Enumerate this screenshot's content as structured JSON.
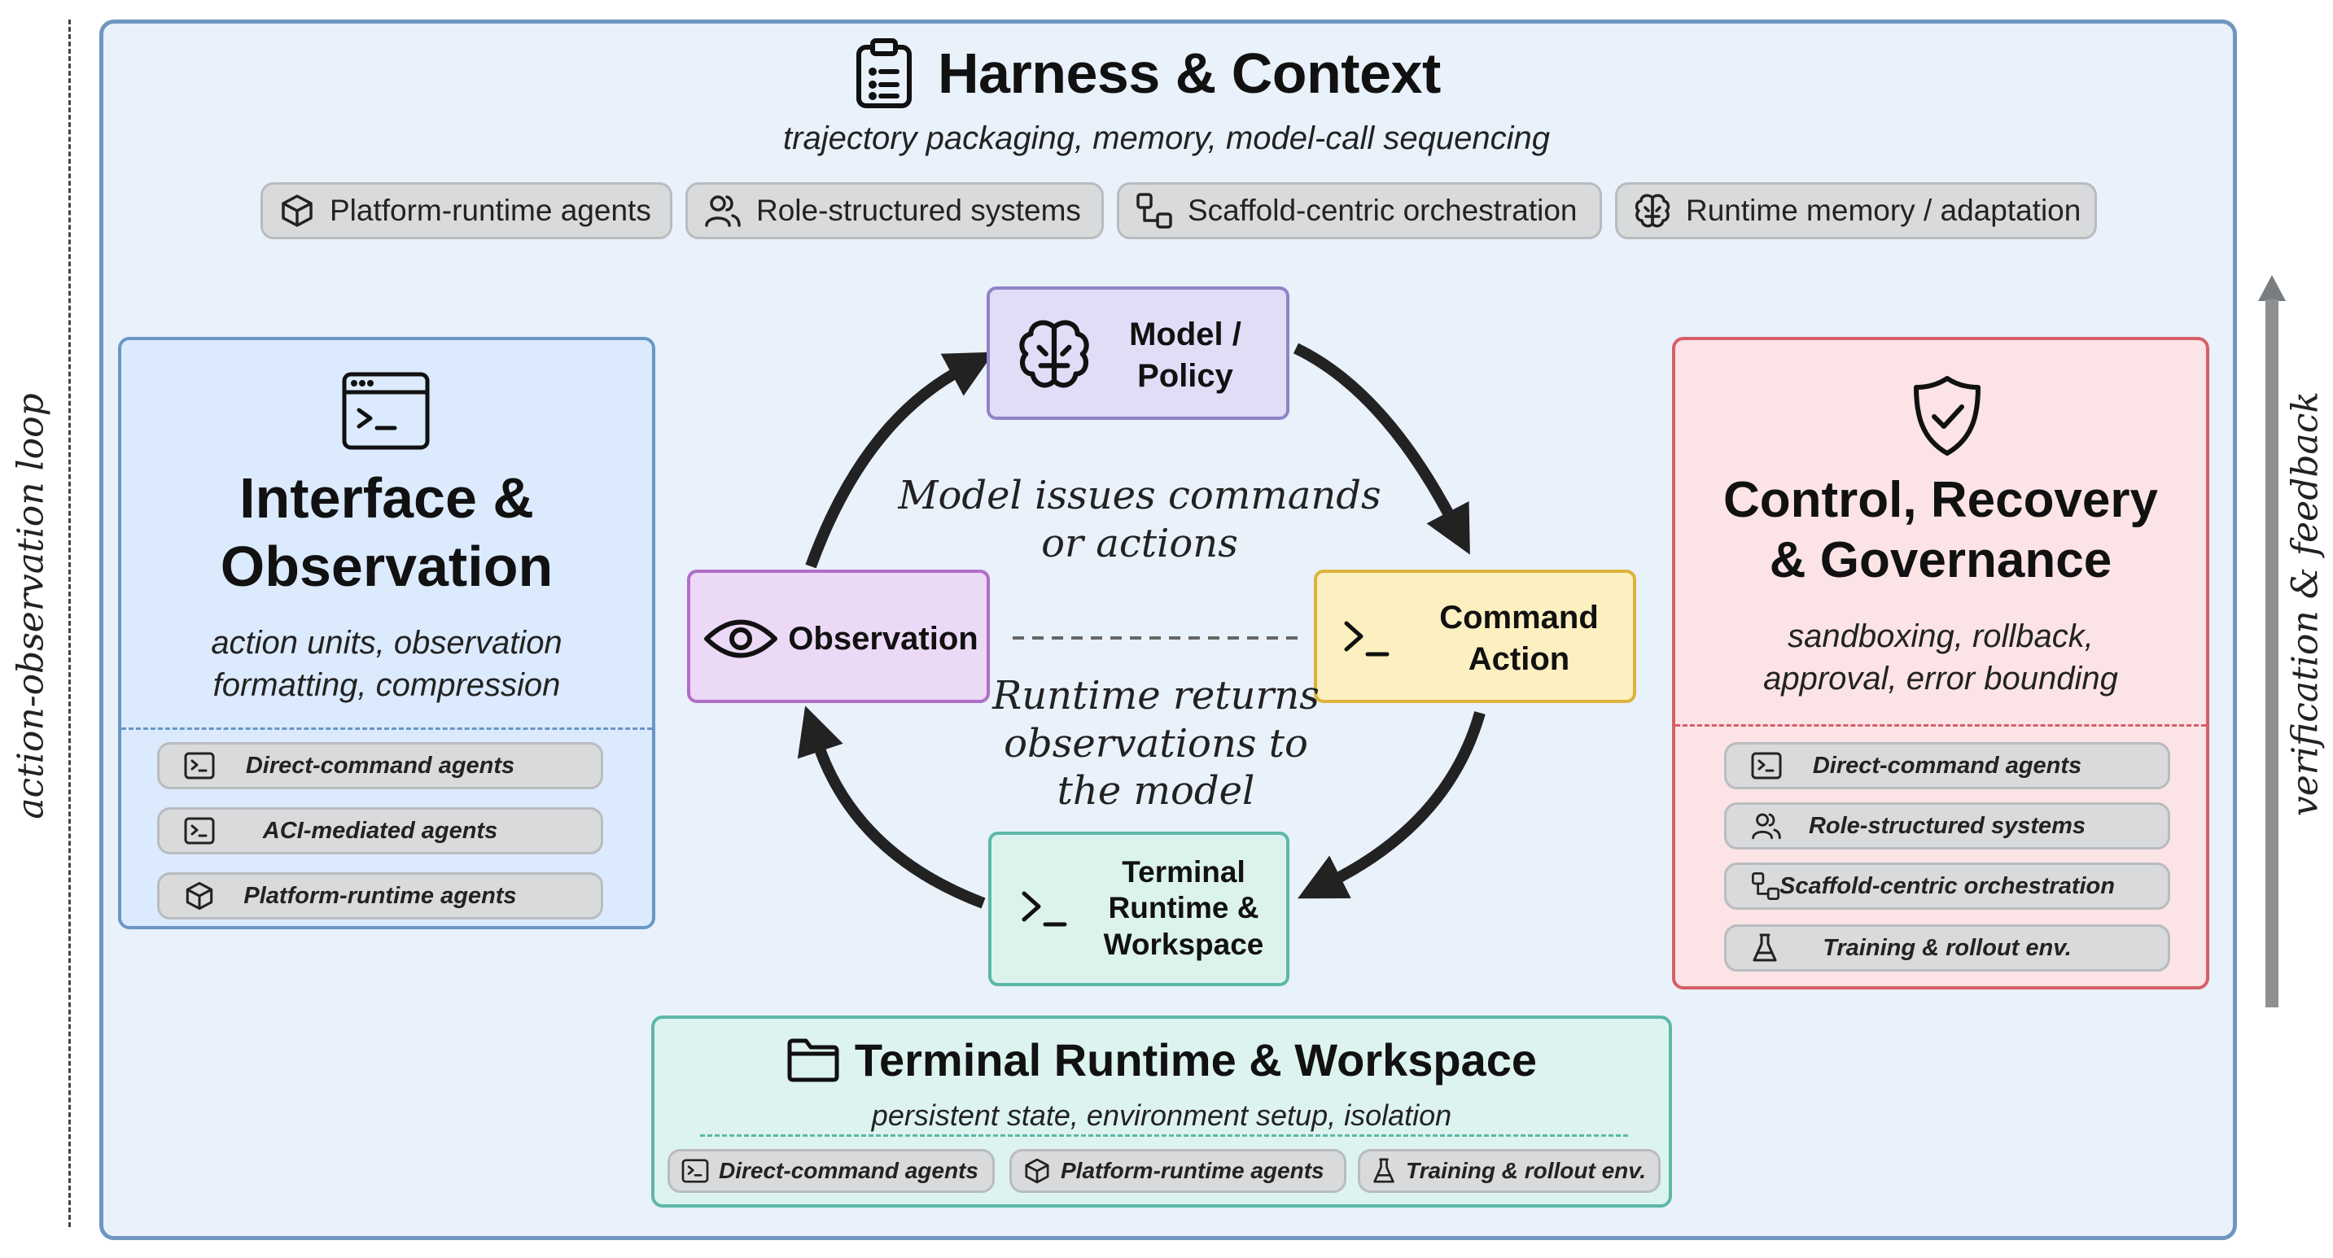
{
  "side": {
    "left_label": "action-observation loop",
    "right_label": "verification & feedback"
  },
  "harness": {
    "title": "Harness & Context",
    "subtitle": "trajectory packaging, memory, model-call sequencing",
    "chips": [
      {
        "label": "Platform-runtime agents",
        "icon": "cube-icon"
      },
      {
        "label": "Role-structured systems",
        "icon": "users-icon"
      },
      {
        "label": "Scaffold-centric orchestration",
        "icon": "workflow-icon"
      },
      {
        "label": "Runtime memory / adaptation",
        "icon": "brain-icon"
      }
    ]
  },
  "interface_panel": {
    "title_line1": "Interface &",
    "title_line2": "Observation",
    "subtitle_line1": "action units, observation",
    "subtitle_line2": "formatting, compression",
    "chips": [
      {
        "label": "Direct-command agents",
        "icon": "terminal-icon"
      },
      {
        "label": "ACI-mediated agents",
        "icon": "terminal-icon"
      },
      {
        "label": "Platform-runtime agents",
        "icon": "cube-icon"
      }
    ],
    "colors": {
      "fill": "#dbeafc",
      "border": "#6a97c5"
    }
  },
  "control_panel": {
    "title_line1": "Control, Recovery",
    "title_line2": "& Governance",
    "subtitle_line1": "sandboxing, rollback,",
    "subtitle_line2": "approval, error bounding",
    "chips": [
      {
        "label": "Direct-command agents",
        "icon": "terminal-icon"
      },
      {
        "label": "Role-structured systems",
        "icon": "users-icon"
      },
      {
        "label": "Scaffold-centric orchestration",
        "icon": "workflow-icon"
      },
      {
        "label": "Training & rollout env.",
        "icon": "flask-icon"
      }
    ],
    "colors": {
      "fill": "#fbe3e6",
      "border": "#d65f67"
    }
  },
  "runtime_panel": {
    "title": "Terminal Runtime & Workspace",
    "subtitle": "persistent state, environment setup, isolation",
    "chips": [
      {
        "label": "Direct-command agents",
        "icon": "terminal-icon"
      },
      {
        "label": "Platform-runtime agents",
        "icon": "cube-icon"
      },
      {
        "label": "Training & rollout env.",
        "icon": "flask-icon"
      }
    ],
    "colors": {
      "fill": "#ddf3ef",
      "border": "#5cb8a8"
    }
  },
  "cycle": {
    "model_line1": "Model /",
    "model_line2": "Policy",
    "command_line1": "Command",
    "command_line2": "Action",
    "observation": "Observation",
    "terminal_line1": "Terminal",
    "terminal_line2": "Runtime &",
    "terminal_line3": "Workspace",
    "caption_top_line1": "Model issues commands",
    "caption_top_line2": "or actions",
    "caption_bottom_line1": "Runtime returns",
    "caption_bottom_line2": "observations to",
    "caption_bottom_line3": "the model"
  }
}
